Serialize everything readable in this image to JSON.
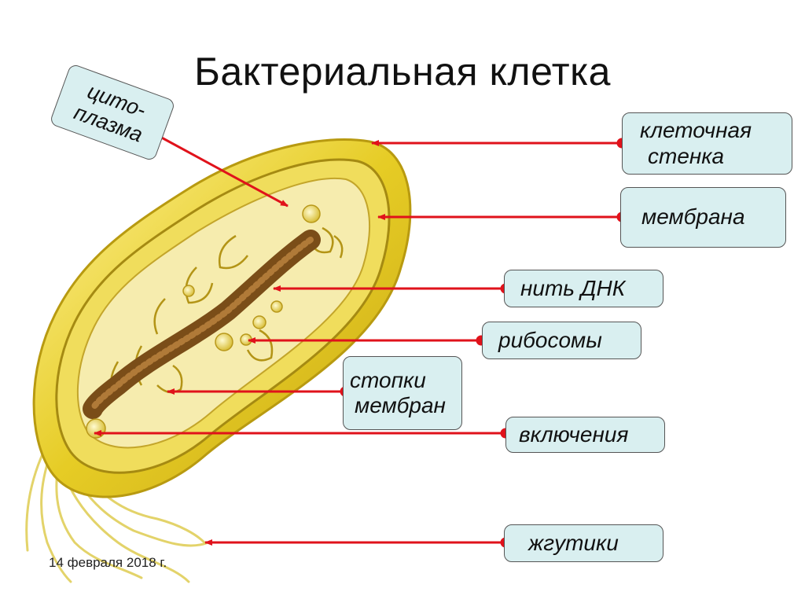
{
  "title": "Бактериальная клетка",
  "labels": {
    "cytoplasm": [
      "цито-",
      "плазма"
    ],
    "cell_wall": [
      "клеточная",
      "стенка"
    ],
    "membrane": "мембрана",
    "dna": "нить ДНК",
    "ribosomes": "рибосомы",
    "membrane_stacks": [
      "стопки",
      "мембран"
    ],
    "inclusions": "включения",
    "flagella": "жгутики"
  },
  "footer": "14 февраля 2018 г.",
  "colors": {
    "arrow": "#e0121b",
    "label_bg": "#d9eff0",
    "cell_wall": "#e8cf2e",
    "cytoplasm": "#f3e79a",
    "dna": "#8a5a22"
  }
}
